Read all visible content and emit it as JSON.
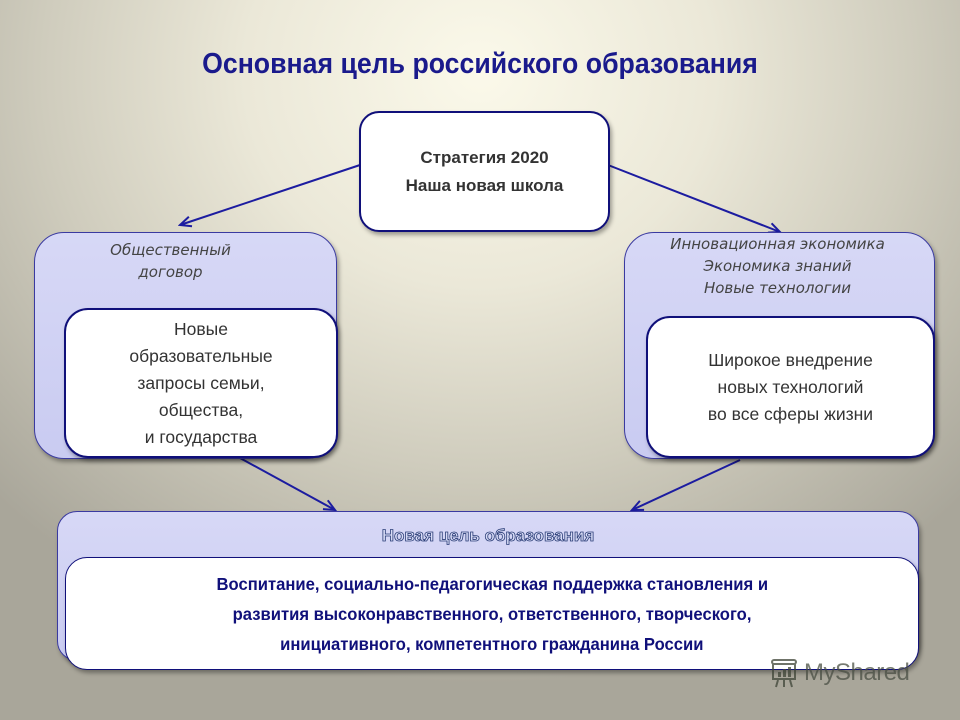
{
  "title": "Основная цель российского образования",
  "top_box": {
    "lines": [
      "Стратегия  2020",
      "Наша новая школа"
    ]
  },
  "left_group": {
    "caption": [
      "Общественный",
      "договор"
    ],
    "inner_lines": [
      "Новые",
      "образовательные",
      "запросы семьи,",
      "общества,",
      "и государства"
    ]
  },
  "right_group": {
    "caption": [
      "Инновационная экономика",
      "Экономика знаний",
      "Новые технологии"
    ],
    "inner_lines": [
      "Широкое внедрение",
      "новых технологий",
      "во все сферы жизни"
    ]
  },
  "goal": {
    "heading": "Новая цель образования",
    "lines": [
      "Воспитание, социально-педагогическая поддержка становления и",
      "развития высоконравственного, ответственного, творческого,",
      "инициативного, компетентного гражданина России"
    ]
  },
  "watermark": {
    "text": "MyShared",
    "icon": "presentation-board-icon"
  },
  "colors": {
    "title": "#1a1a8c",
    "border": "#10107a",
    "arrow": "#1c1ca0",
    "container_fill": "#d0d2f4",
    "box_fill": "#ffffff"
  }
}
